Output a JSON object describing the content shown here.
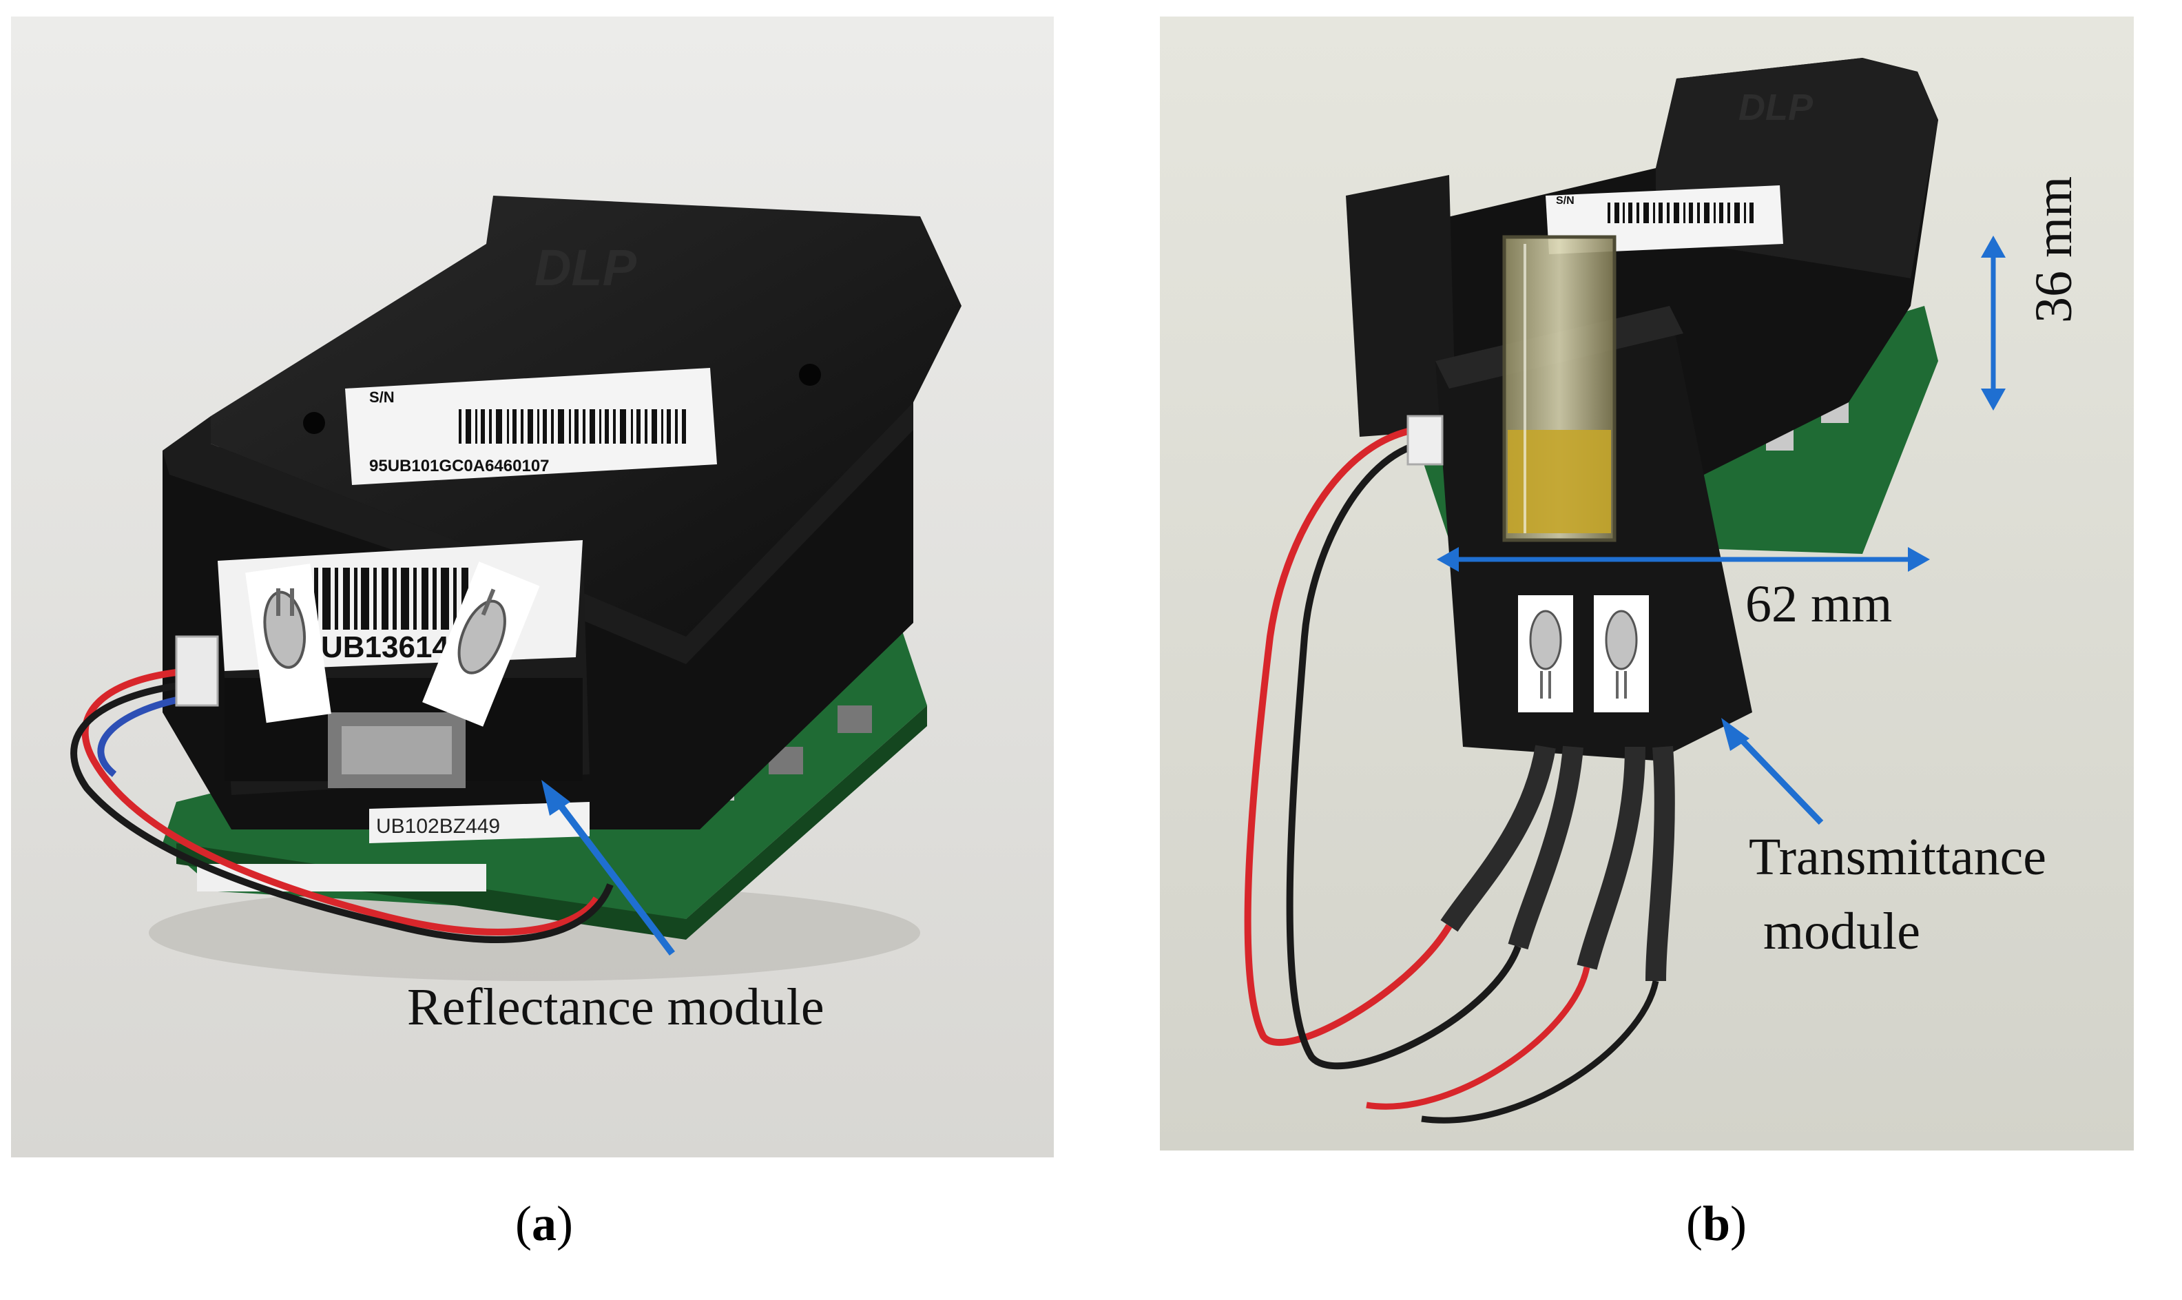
{
  "panel_a": {
    "label_text": "Reflectance module",
    "caption_letter": "a",
    "device_brand": "DLP",
    "sn_label": "S/N",
    "serial_main": "95UB101GC0A6460107",
    "serial_front": "UB13614",
    "serial_board": "UB102BZ449"
  },
  "panel_b": {
    "label_line1": "Transmittance",
    "label_line2": "module",
    "dim_height": "36 mm",
    "dim_width": "62 mm",
    "caption_letter": "b",
    "device_brand": "DLP",
    "sn_label": "S/N"
  },
  "colors": {
    "arrow": "#1f6fd1",
    "device_body": "#151515",
    "pcb": "#1f6b34",
    "wire_red": "#d8262b",
    "wire_black": "#1a1a1a"
  }
}
